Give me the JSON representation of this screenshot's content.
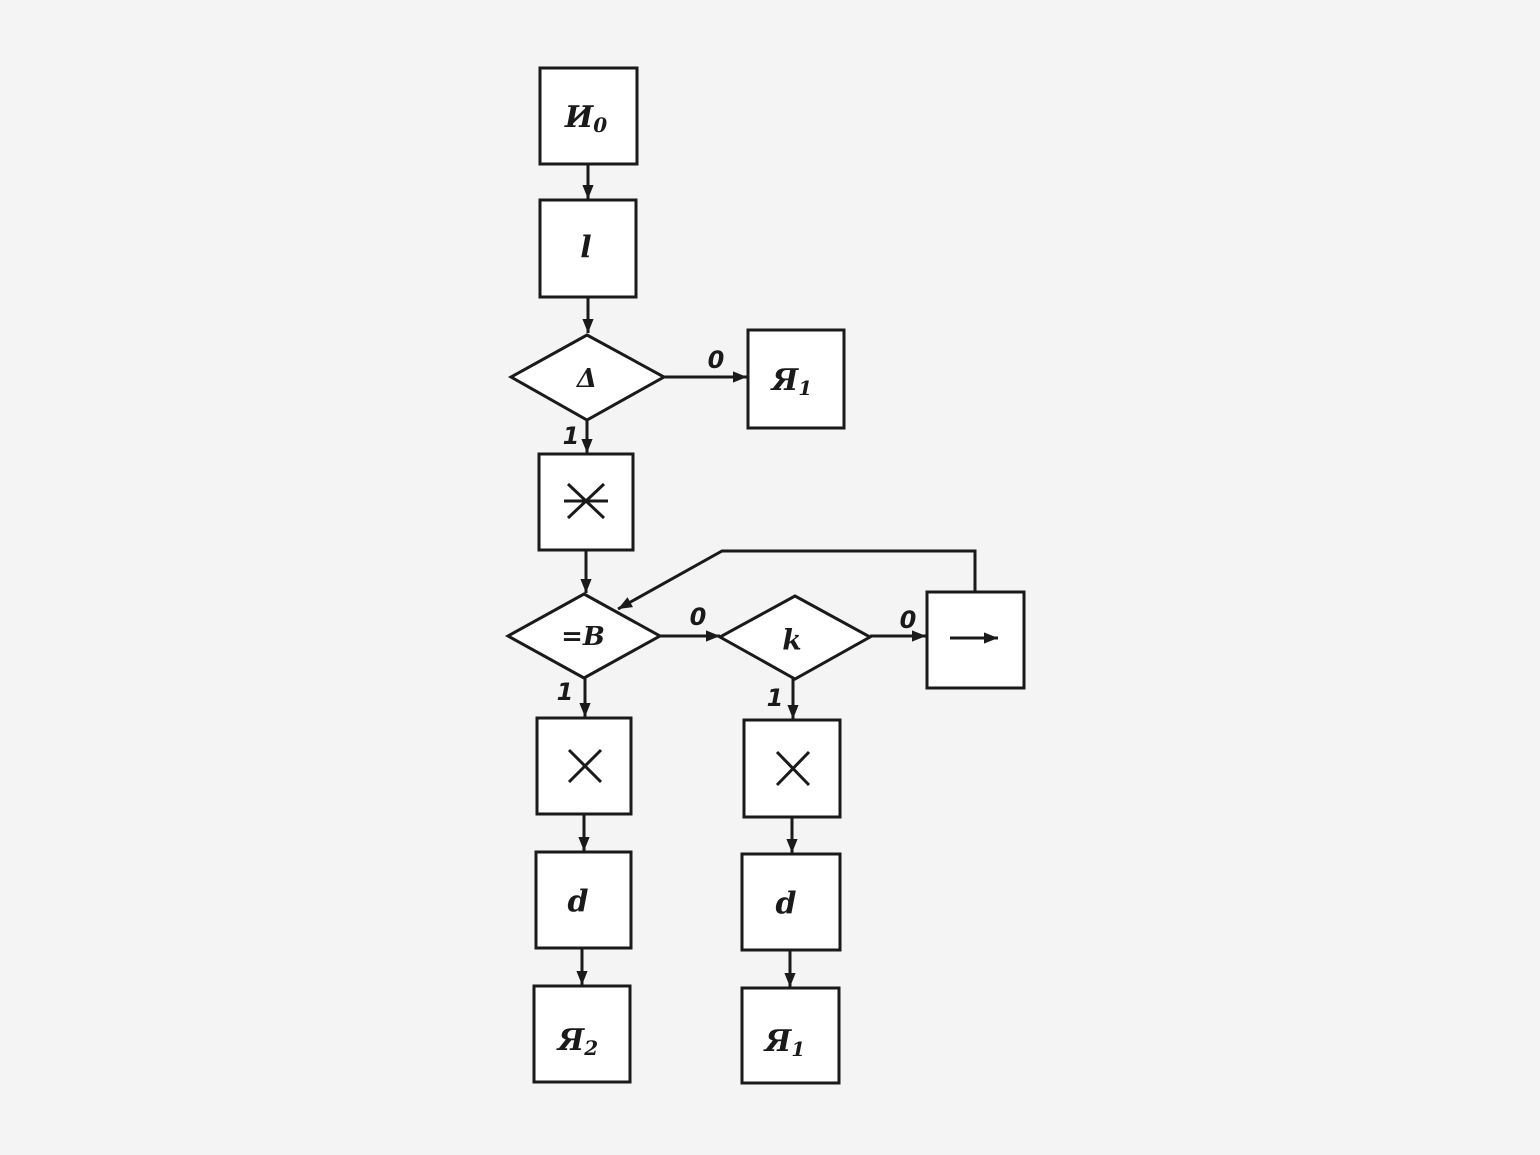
{
  "nodes": {
    "n_io": {
      "main": "И",
      "sub": "0"
    },
    "n_l": {
      "main": "l"
    },
    "n_delta": {
      "main": "Δ"
    },
    "n_ya1_top": {
      "main": "Я",
      "sub": "1"
    },
    "n_star": {
      "symbol": "asterisk-icon"
    },
    "n_eqb": {
      "main": "=B"
    },
    "n_k": {
      "main": "k"
    },
    "n_shift": {
      "symbol": "right-arrow-icon"
    },
    "n_x_left": {
      "symbol": "cross-icon"
    },
    "n_d_left": {
      "main": "d"
    },
    "n_ya2": {
      "main": "Я",
      "sub": "2"
    },
    "n_x_right": {
      "symbol": "cross-icon"
    },
    "n_d_right": {
      "main": "d"
    },
    "n_ya1_bottom": {
      "main": "Я",
      "sub": "1"
    }
  },
  "edges": [
    {
      "from": "n_io",
      "to": "n_l",
      "label": ""
    },
    {
      "from": "n_l",
      "to": "n_delta",
      "label": ""
    },
    {
      "from": "n_delta",
      "to": "n_ya1_top",
      "label": "0"
    },
    {
      "from": "n_delta",
      "to": "n_star",
      "label": "1"
    },
    {
      "from": "n_star",
      "to": "n_eqb",
      "label": ""
    },
    {
      "from": "n_eqb",
      "to": "n_k",
      "label": "0"
    },
    {
      "from": "n_eqb",
      "to": "n_x_left",
      "label": "1"
    },
    {
      "from": "n_k",
      "to": "n_shift",
      "label": "0"
    },
    {
      "from": "n_k",
      "to": "n_x_right",
      "label": "1"
    },
    {
      "from": "n_shift",
      "to": "n_eqb",
      "label": ""
    },
    {
      "from": "n_x_left",
      "to": "n_d_left",
      "label": ""
    },
    {
      "from": "n_d_left",
      "to": "n_ya2",
      "label": ""
    },
    {
      "from": "n_x_right",
      "to": "n_d_right",
      "label": ""
    },
    {
      "from": "n_d_right",
      "to": "n_ya1_bottom",
      "label": ""
    }
  ]
}
